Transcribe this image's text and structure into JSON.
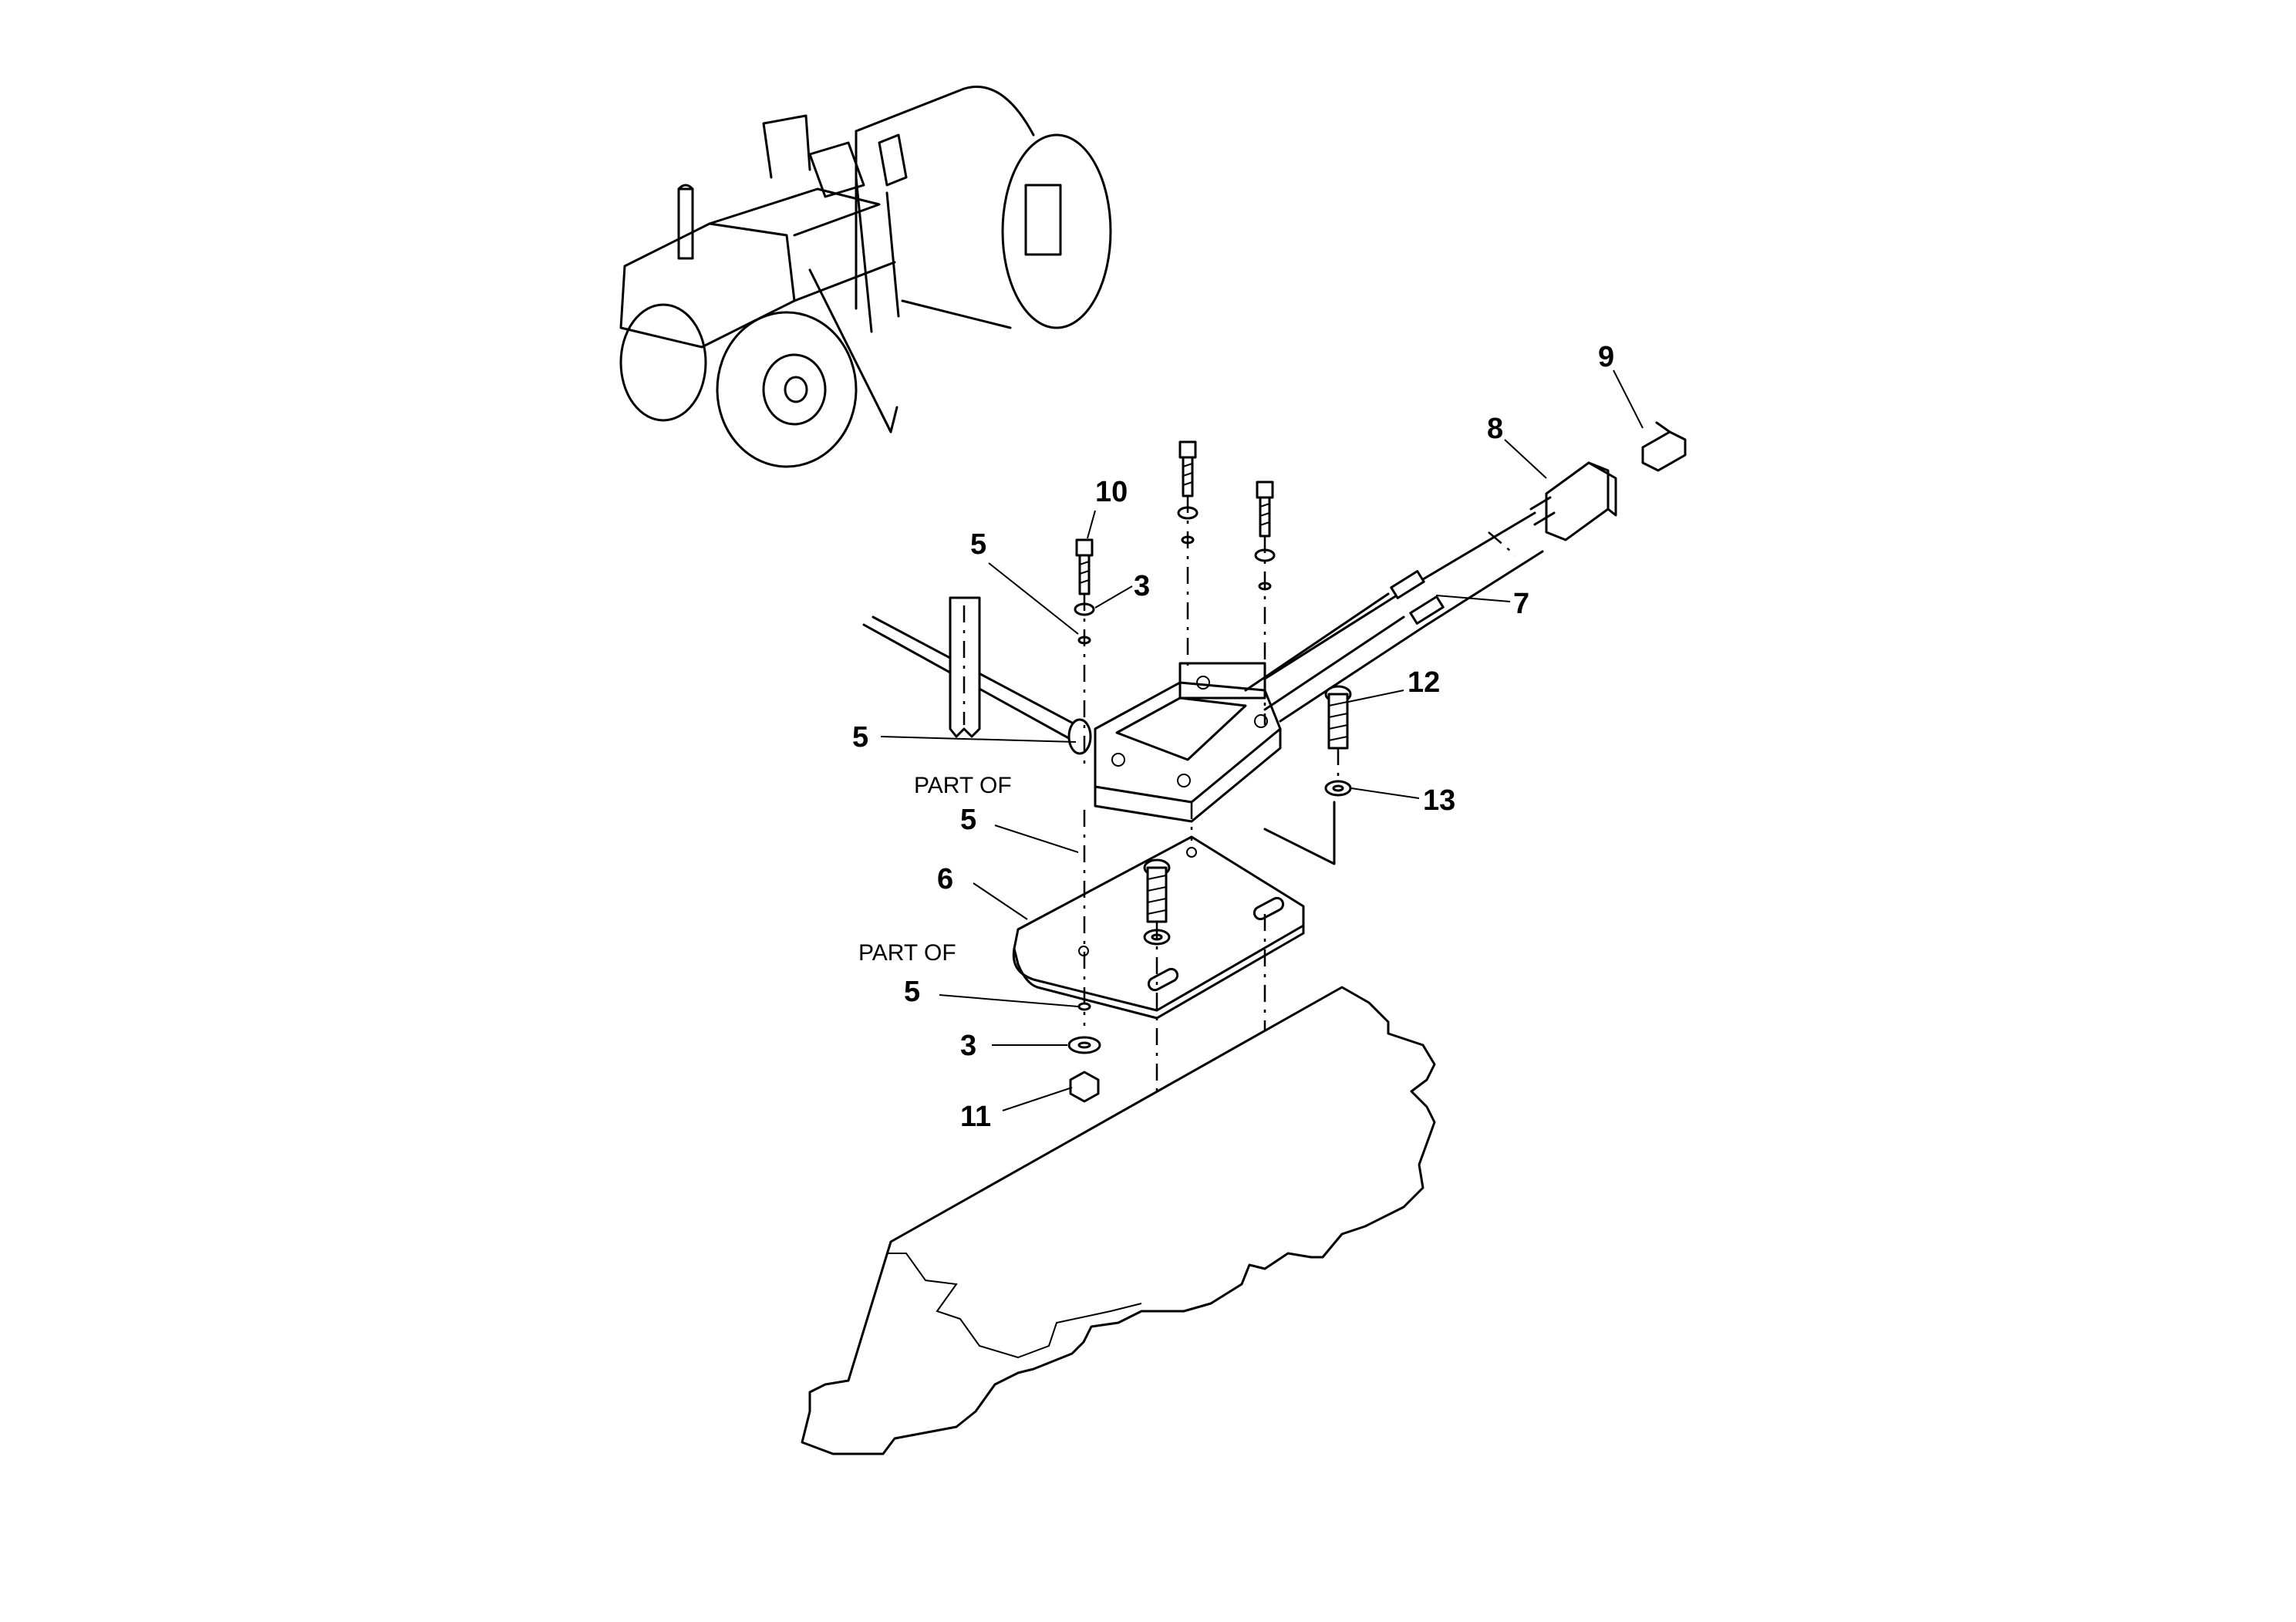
{
  "callouts": {
    "c10": "10",
    "c5a": "5",
    "c3a": "3",
    "c5b": "5",
    "c8": "8",
    "c9": "9",
    "c7": "7",
    "c12": "12",
    "c13": "13",
    "c5c": "5",
    "c6": "6",
    "c5d": "5",
    "c3b": "3",
    "c11": "11"
  },
  "notes": {
    "part_of_1": "PART OF",
    "part_of_2": "PART OF"
  }
}
